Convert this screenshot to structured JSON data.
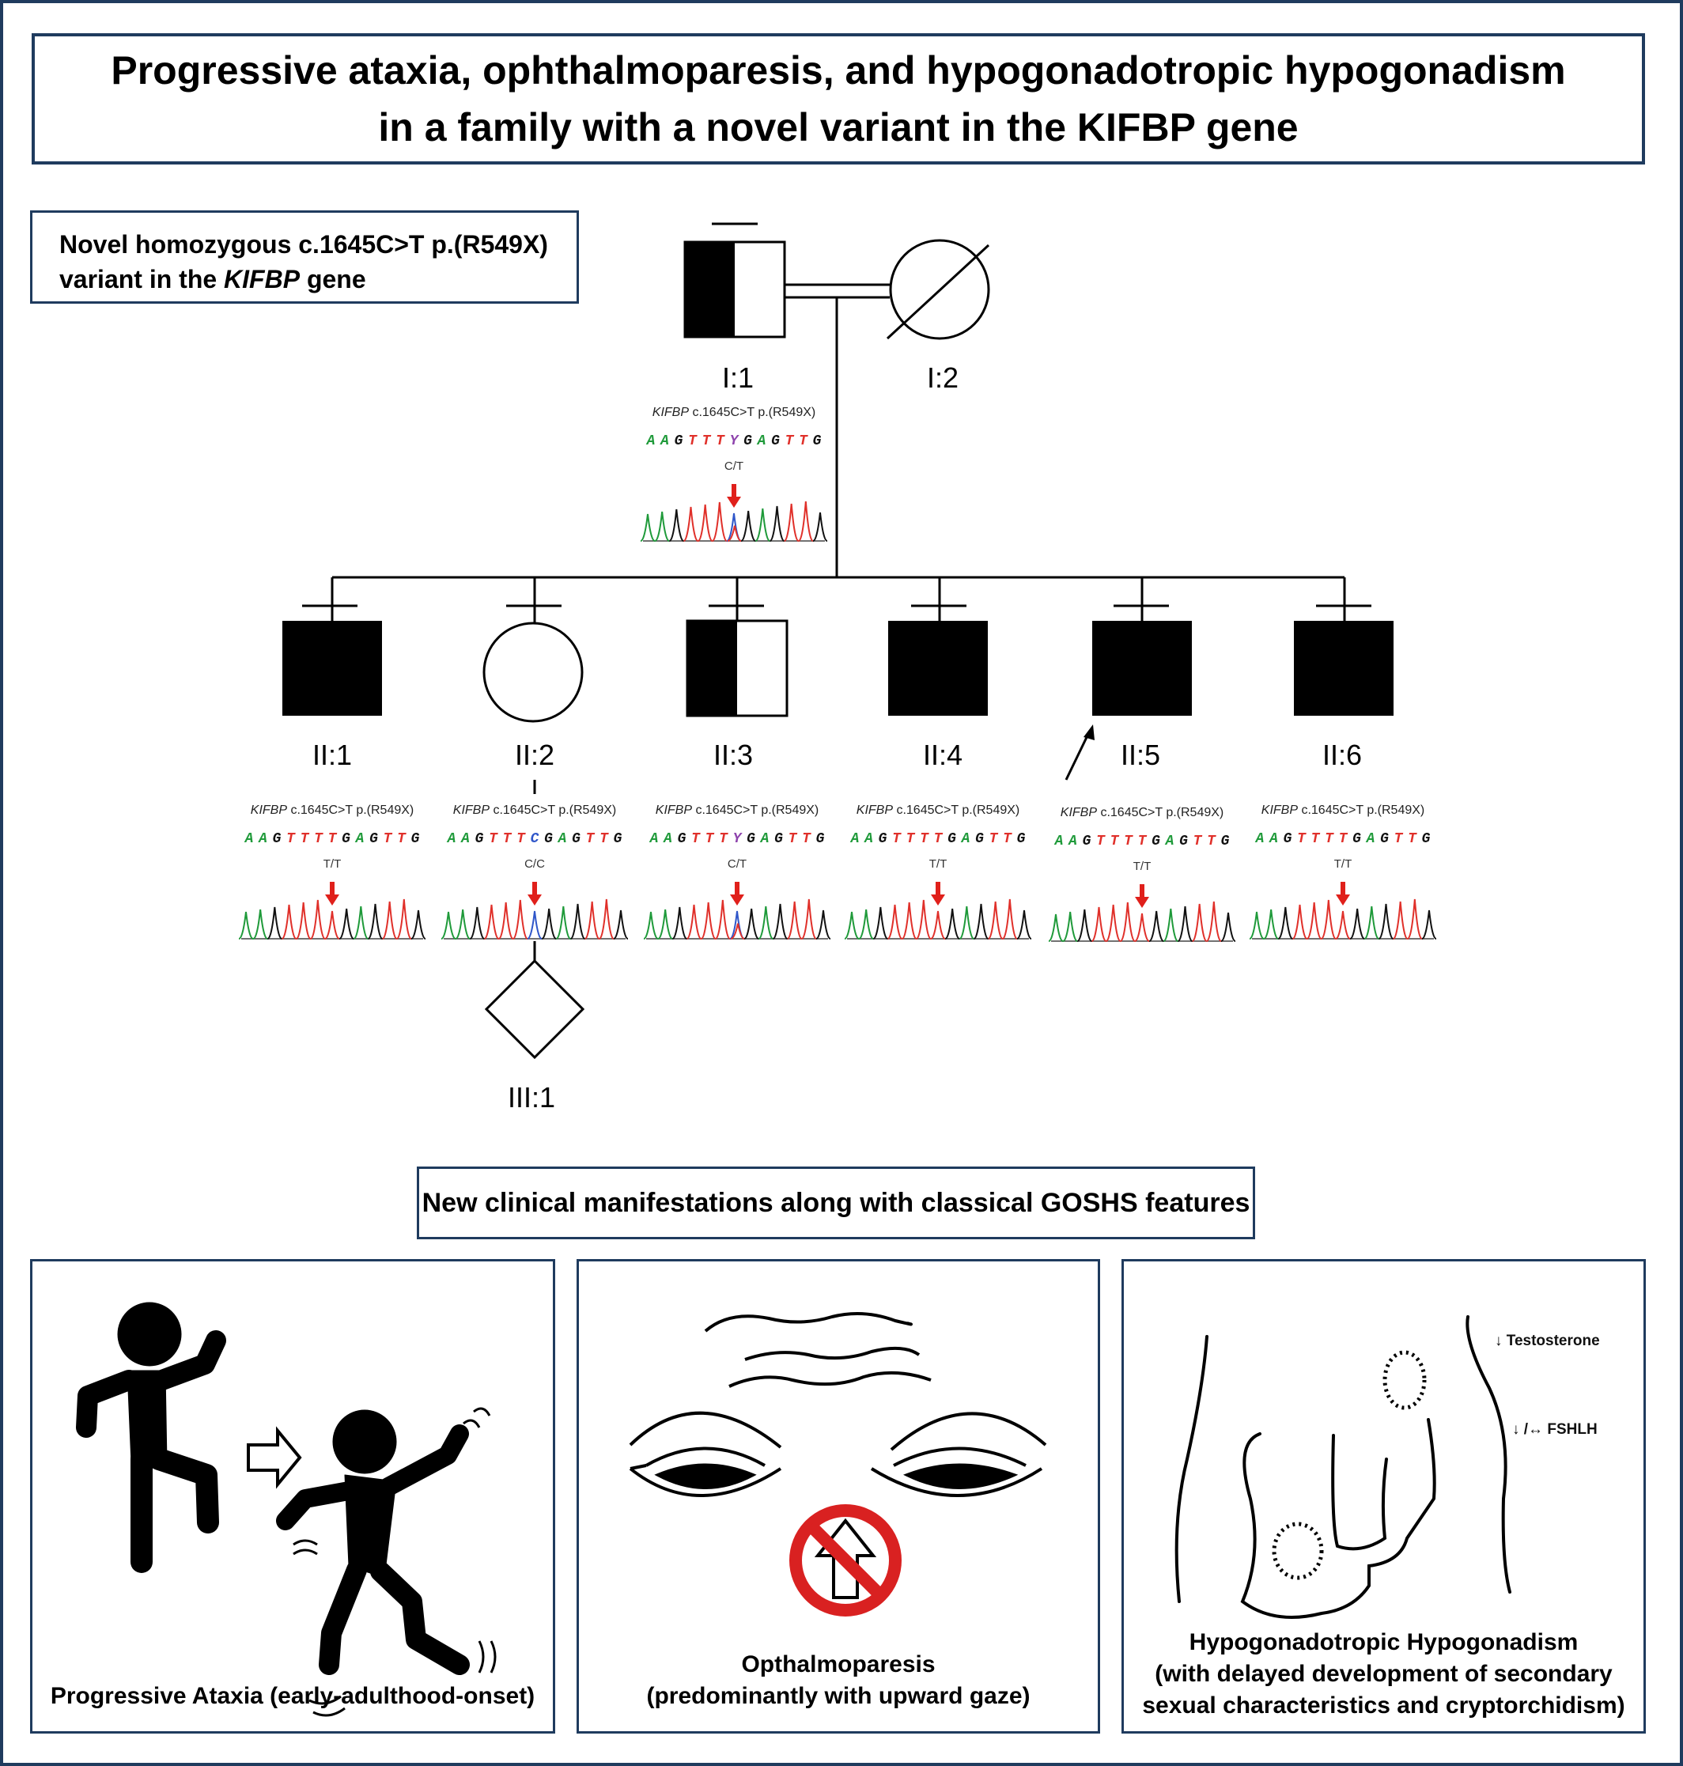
{
  "title": {
    "line1": "Progressive ataxia, ophthalmoparesis, and hypogonadotropic hypogonadism",
    "line2": "in a family with a novel variant in the KIFBP gene"
  },
  "variant_box": {
    "line1": "Novel homozygous c.1645C>T p.(R549X)",
    "line2_prefix": "variant in the ",
    "line2_gene": "KIFBP",
    "line2_suffix": " gene"
  },
  "pedigree": {
    "generation_I": [
      {
        "id": "I:1",
        "sex": "male",
        "status": "carrier"
      },
      {
        "id": "I:2",
        "sex": "female",
        "status": "deceased"
      }
    ],
    "generation_II": [
      {
        "id": "II:1",
        "sex": "male",
        "status": "affected"
      },
      {
        "id": "II:2",
        "sex": "female",
        "status": "unaffected"
      },
      {
        "id": "II:3",
        "sex": "male",
        "status": "carrier"
      },
      {
        "id": "II:4",
        "sex": "male",
        "status": "affected"
      },
      {
        "id": "II:5",
        "sex": "male",
        "status": "affected",
        "proband": true
      },
      {
        "id": "II:6",
        "sex": "male",
        "status": "affected"
      }
    ],
    "generation_III": [
      {
        "id": "III:1",
        "sex": "unknown",
        "status": "unaffected"
      }
    ]
  },
  "sequencing": {
    "gene": "KIFBP",
    "variant": " c.1645C>T p.(R549X)",
    "samples": [
      {
        "id": "I:1",
        "sequence": "AAGTTTYGAGTTG",
        "genotype": "C/T"
      },
      {
        "id": "II:1",
        "sequence": "AAGTTTTGAGTTG",
        "genotype": "T/T"
      },
      {
        "id": "II:2",
        "sequence": "AAGTTTCGAGTTG",
        "genotype": "C/C"
      },
      {
        "id": "II:3",
        "sequence": "AAGTTTYGAGTTG",
        "genotype": "C/T"
      },
      {
        "id": "II:4",
        "sequence": "AAGTTTTGAGTTG",
        "genotype": "T/T"
      },
      {
        "id": "II:5",
        "sequence": "AAGTTTTGAGTTG",
        "genotype": "T/T"
      },
      {
        "id": "II:6",
        "sequence": "AAGTTTTGAGTTG",
        "genotype": "T/T"
      }
    ],
    "base_colors": {
      "A": "#1f9a3a",
      "G": "#111111",
      "T": "#e0302a",
      "C": "#2f56c9",
      "Y": "#8e44ad"
    }
  },
  "clinical_header": "New clinical manifestations along with classical GOSHS features",
  "panels": [
    {
      "caption_line1": "Progressive Ataxia (early-adulthood-onset)"
    },
    {
      "caption_line1": "Opthalmoparesis",
      "caption_line2": "(predominantly with upward gaze)"
    },
    {
      "caption_line1": "Hypogonadotropic Hypogonadism",
      "caption_line2": "(with delayed development of secondary",
      "caption_line3": "sexual characteristics and cryptorchidism)",
      "hormone1": "↓ Testosterone",
      "hormone2": "↓ /↔ FSHLH"
    }
  ],
  "colors": {
    "frame_border": "#1f3b5e",
    "arrow_red": "#e0201b",
    "no_sign_red": "#d92121"
  }
}
